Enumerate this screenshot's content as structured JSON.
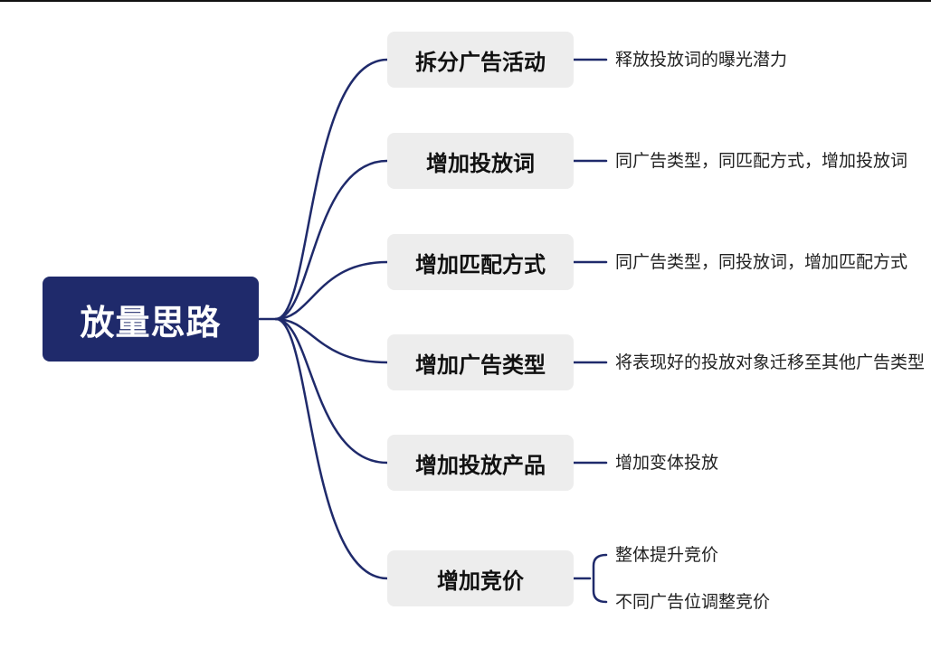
{
  "root": {
    "label": "放量思路"
  },
  "branches": [
    {
      "label": "拆分广告活动",
      "leaves": [
        "释放投放词的曝光潜力"
      ]
    },
    {
      "label": "增加投放词",
      "leaves": [
        "同广告类型，同匹配方式，增加投放词"
      ]
    },
    {
      "label": "增加匹配方式",
      "leaves": [
        "同广告类型，同投放词，增加匹配方式"
      ]
    },
    {
      "label": "增加广告类型",
      "leaves": [
        "将表现好的投放对象迁移至其他广告类型"
      ]
    },
    {
      "label": "增加投放产品",
      "leaves": [
        "增加变体投放"
      ]
    },
    {
      "label": "增加竞价",
      "leaves": [
        "整体提升竞价",
        "不同广告位调整竞价"
      ]
    }
  ],
  "colors": {
    "root_fill": "#1f2a6b",
    "branch_fill": "#ededed",
    "connector": "#1f2a6b"
  }
}
